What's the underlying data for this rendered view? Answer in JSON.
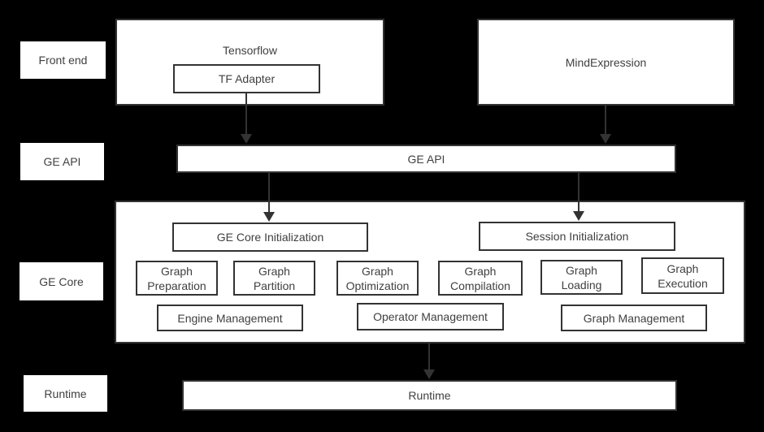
{
  "colors": {
    "background": "#000000",
    "box_background": "#ffffff",
    "border": "#333333",
    "text": "#404040",
    "arrow": "#333333"
  },
  "side_labels": {
    "front_end": "Front end",
    "ge_api": "GE API",
    "ge_core": "GE Core",
    "runtime": "Runtime"
  },
  "front_end": {
    "tensorflow": "Tensorflow",
    "tf_adapter": "TF Adapter",
    "mind_expression": "MindExpression"
  },
  "ge_api": {
    "label": "GE API"
  },
  "ge_core": {
    "ge_core_init": "GE Core Initialization",
    "session_init": "Session Initialization",
    "stages": [
      "Graph Preparation",
      "Graph Partition",
      "Graph Optimization",
      "Graph Compilation",
      "Graph Loading",
      "Graph Execution"
    ],
    "management": [
      "Engine Management",
      "Operator Management",
      "Graph Management"
    ]
  },
  "runtime": {
    "label": "Runtime"
  }
}
